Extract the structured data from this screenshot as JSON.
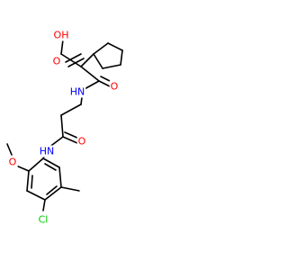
{
  "colors": {
    "bond": "#000000",
    "carbon": "#000000",
    "oxygen": "#ff0000",
    "nitrogen": "#0000ff",
    "chlorine": "#00cc00"
  },
  "atom_labels": {
    "hydroxyl": "OH",
    "acid_carbonyl_o": "O",
    "amide1_o": "O",
    "amide1_nh": "HN",
    "amide2_o": "O",
    "amide2_nh": "HN",
    "methoxy_o": "O",
    "chloro": "Cl"
  }
}
